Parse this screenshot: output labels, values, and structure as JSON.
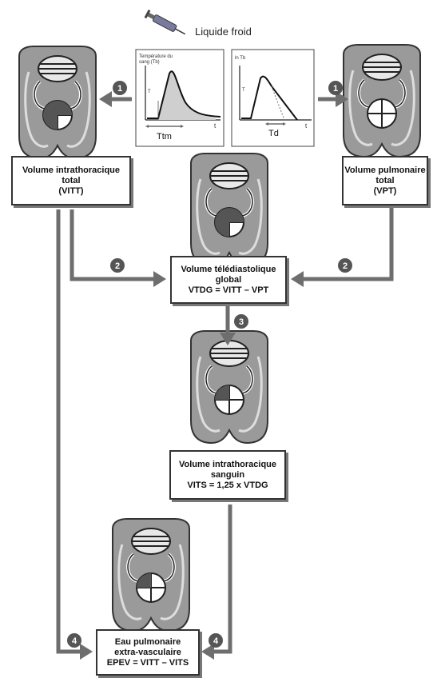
{
  "header": {
    "inject_label": "Liquide froid"
  },
  "graphs": {
    "left": {
      "y_title_1": "Température du",
      "y_title_2": "sang (Tb)",
      "y_axis_small": "T",
      "x_axis": "t",
      "marker": "Ttm"
    },
    "right": {
      "y_title": "ln Tb",
      "y_axis_small": "T",
      "x_axis": "t",
      "marker": "Td"
    }
  },
  "steps": {
    "one": "1",
    "two": "2",
    "three": "3",
    "four": "4"
  },
  "boxes": {
    "vitt": {
      "line1": "Volume intrathoracique",
      "line2": "total",
      "line3": "(VITT)"
    },
    "vpt": {
      "line1": "Volume pulmonaire",
      "line2": "total",
      "line3": "(VPT)"
    },
    "vtdg": {
      "line1": "Volume télédiastolique",
      "line2": "global",
      "line3": "VTDG = VITT – VPT"
    },
    "vits": {
      "line1": "Volume intrathoracique",
      "line2": "sanguin",
      "line3": "VITS = 1,25 x VTDG"
    },
    "epev": {
      "line1": "Eau pulmonaire",
      "line2": "extra-vasculaire",
      "line3": "EPEV = VITT – VITS"
    }
  }
}
